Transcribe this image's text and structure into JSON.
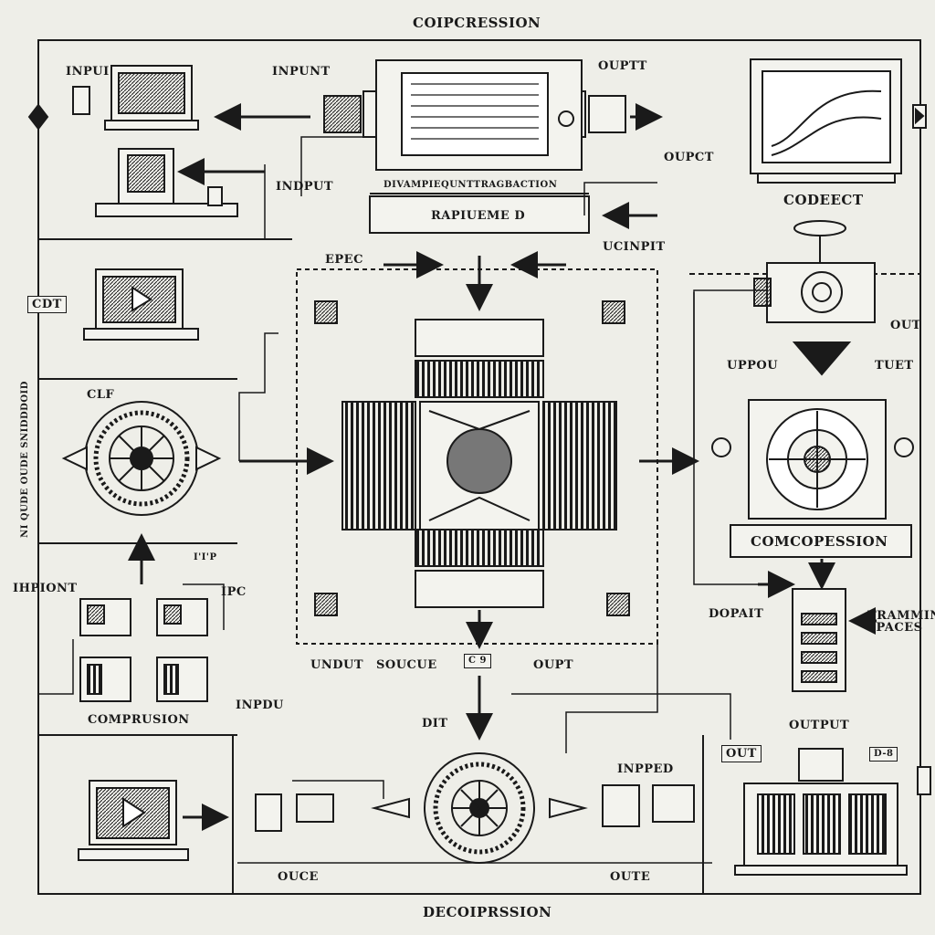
{
  "labels": {
    "top_title": "COIPCRESSION",
    "bottom_title": "DECOIPRSSION",
    "input_tl": "INPUI",
    "input_top": "INPUNT",
    "output_top": "OUPTT",
    "output_top2": "OUPCT",
    "input_mid": "INDPUT",
    "header_long": "DIVAMPIEQUNTTRAGBACTION",
    "header_box": "RAPIUEME D",
    "codeect": "CODEECT",
    "cdt": "CDT",
    "epec": "EPEC",
    "ucinpit": "UCINPIT",
    "out_right": "OUT",
    "uppou": "UPPOU",
    "tuet": "TUET",
    "clf": "CLF",
    "side_vertical": "NI QUDE OUDE SNIDDDOID",
    "comcopession": "COMCOPESSION",
    "ihpiont": "IHPIONT",
    "ipc": "IPC",
    "itp": "I'I'P",
    "dopait": "DOPAIT",
    "trammint": "TRAMMINT PACES",
    "undut": "UNDUT",
    "soucue": "SOUCUE",
    "ouptc": "OUPT",
    "c9": "C 9",
    "comprusion": "COMPRUSION",
    "inpdu": "INPDU",
    "dit": "DIT",
    "inpped": "INPPED",
    "output_br": "OUTPUT",
    "out_box": "OUT",
    "d8": "D-8",
    "ouce": "OUCE",
    "oute": "OUTE"
  }
}
